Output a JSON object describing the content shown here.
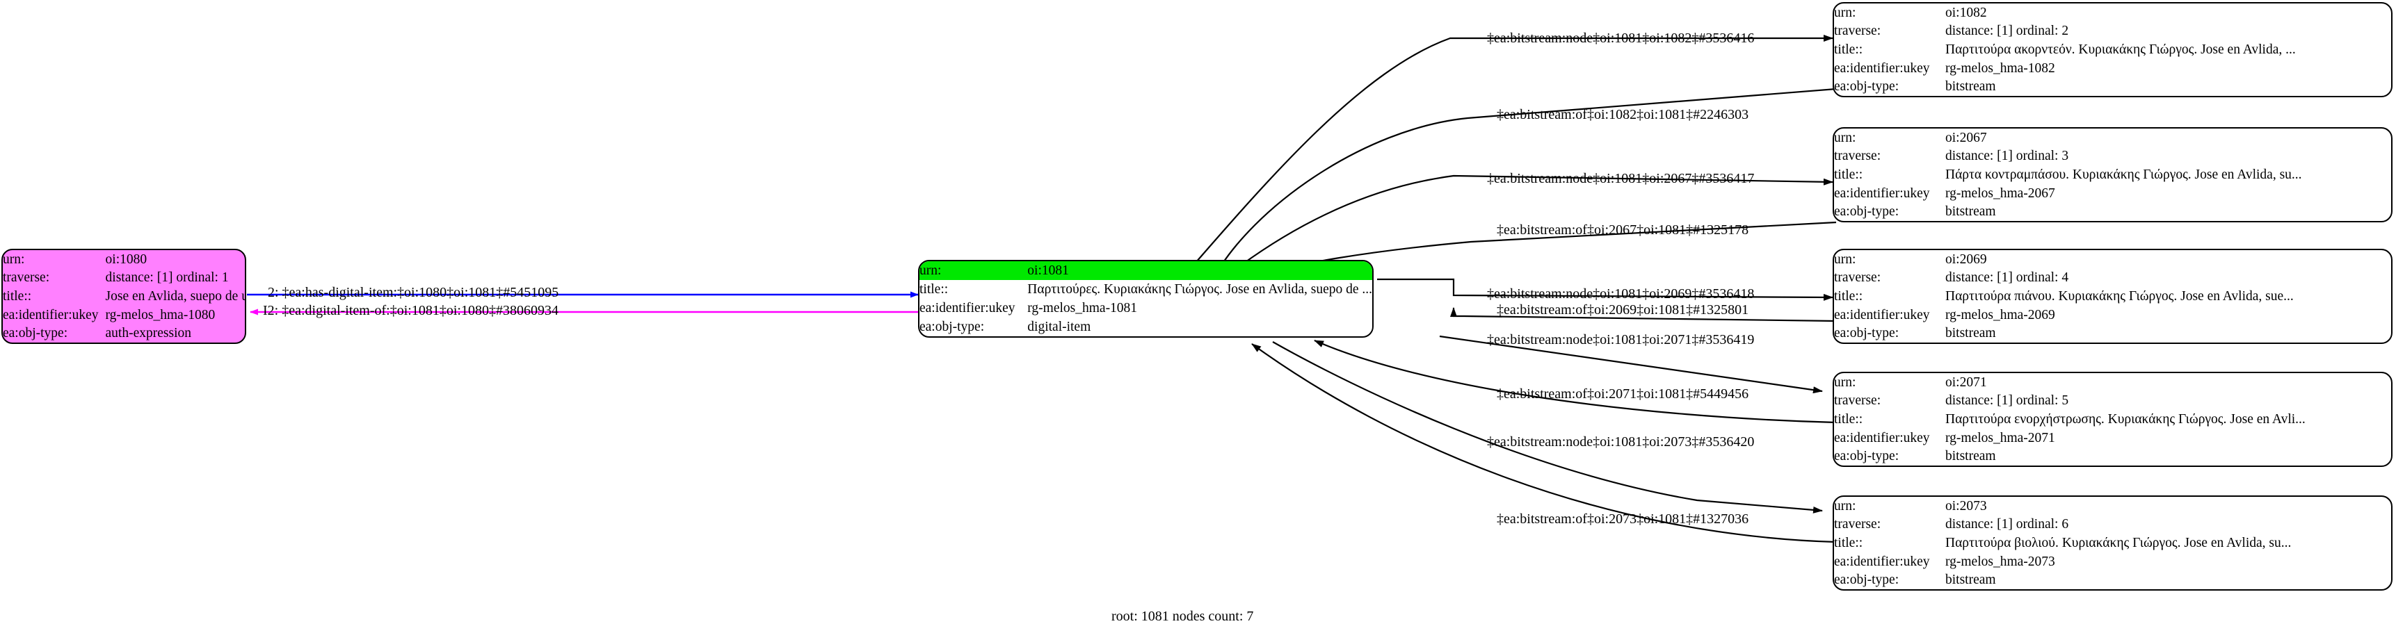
{
  "graph": {
    "caption": "root: 1081 nodes count: 7",
    "colors": {
      "root_highlight": "#00e800",
      "auth_expression": "#ff80ff",
      "edge_forward": "#0000ff",
      "edge_back": "#ff00ff",
      "edge_default": "#000000",
      "background": "#ffffff"
    },
    "field_labels": {
      "urn": "urn:",
      "traverse": "traverse:",
      "title": "title::",
      "ukey": "ea:identifier:ukey",
      "objtype": "ea:obj-type:"
    }
  },
  "nodes": [
    {
      "id": "oi:1080",
      "style": "auth-expression",
      "urn": "oi:1080",
      "traverse": "distance: [1]     ordinal: 1",
      "title": "Jose en Avlida, suepo de un extranjero, para violon, accor...",
      "ukey": "rg-melos_hma-1080",
      "objtype": "auth-expression"
    },
    {
      "id": "oi:1081",
      "style": "root",
      "urn": "oi:1081",
      "title": "Παρτιτούρες. Κυριακάκης Γιώργος. Jose en Avlida, suepo de ...",
      "ukey": "rg-melos_hma-1081",
      "objtype": "digital-item"
    },
    {
      "id": "oi:1082",
      "style": "bitstream",
      "urn": "oi:1082",
      "traverse": "distance: [1]     ordinal: 2",
      "title": "Παρτιτούρα ακορντεόν. Κυριακάκης Γιώργος. Jose en Avlida, ...",
      "ukey": "rg-melos_hma-1082",
      "objtype": "bitstream"
    },
    {
      "id": "oi:2067",
      "style": "bitstream",
      "urn": "oi:2067",
      "traverse": "distance: [1]     ordinal: 3",
      "title": "Πάρτα κοντραμπάσου. Κυριακάκης Γιώργος. Jose en Avlida, su...",
      "ukey": "rg-melos_hma-2067",
      "objtype": "bitstream"
    },
    {
      "id": "oi:2069",
      "style": "bitstream",
      "urn": "oi:2069",
      "traverse": "distance: [1]     ordinal: 4",
      "title": "Παρτιτούρα πιάνου. Κυριακάκης Γιώργος. Jose en Avlida, sue...",
      "ukey": "rg-melos_hma-2069",
      "objtype": "bitstream"
    },
    {
      "id": "oi:2071",
      "style": "bitstream",
      "urn": "oi:2071",
      "traverse": "distance: [1]     ordinal: 5",
      "title": "Παρτιτούρα ενορχήστρωσης. Κυριακάκης Γιώργος. Jose en Avli...",
      "ukey": "rg-melos_hma-2071",
      "objtype": "bitstream"
    },
    {
      "id": "oi:2073",
      "style": "bitstream",
      "urn": "oi:2073",
      "traverse": "distance: [1]     ordinal: 6",
      "title": "Παρτιτούρα βιολιού. Κυριακάκης Γιώργος. Jose en Avlida, su...",
      "ukey": "rg-melos_hma-2073",
      "objtype": "bitstream"
    }
  ],
  "edges": [
    {
      "label": "2: ‡ea:has-digital-item:‡oi:1080‡oi:1081‡#5451095",
      "from": "oi:1080",
      "to": "oi:1081"
    },
    {
      "label": "I2: ‡ea:digital-item-of:‡oi:1081‡oi:1080‡#38060934",
      "from": "oi:1081",
      "to": "oi:1080"
    },
    {
      "label": "‡ea:bitstream:node‡oi:1081‡oi:1082‡#3536416",
      "from": "oi:1081",
      "to": "oi:1082"
    },
    {
      "label": "‡ea:bitstream:of‡oi:1082‡oi:1081‡#2246303",
      "from": "oi:1082",
      "to": "oi:1081"
    },
    {
      "label": "‡ea:bitstream:node‡oi:1081‡oi:2067‡#3536417",
      "from": "oi:1081",
      "to": "oi:2067"
    },
    {
      "label": "‡ea:bitstream:of‡oi:2067‡oi:1081‡#1325178",
      "from": "oi:2067",
      "to": "oi:1081"
    },
    {
      "label": "‡ea:bitstream:node‡oi:1081‡oi:2069‡#3536418",
      "from": "oi:1081",
      "to": "oi:2069"
    },
    {
      "label": "‡ea:bitstream:of‡oi:2069‡oi:1081‡#1325801",
      "from": "oi:2069",
      "to": "oi:1081"
    },
    {
      "label": "‡ea:bitstream:node‡oi:1081‡oi:2071‡#3536419",
      "from": "oi:1081",
      "to": "oi:2071"
    },
    {
      "label": "‡ea:bitstream:of‡oi:2071‡oi:1081‡#5449456",
      "from": "oi:2071",
      "to": "oi:1081"
    },
    {
      "label": "‡ea:bitstream:node‡oi:1081‡oi:2073‡#3536420",
      "from": "oi:1081",
      "to": "oi:2073"
    },
    {
      "label": "‡ea:bitstream:of‡oi:2073‡oi:1081‡#1327036",
      "from": "oi:2073",
      "to": "oi:1081"
    }
  ],
  "misc": {
    "left_ellipsis": "…"
  }
}
